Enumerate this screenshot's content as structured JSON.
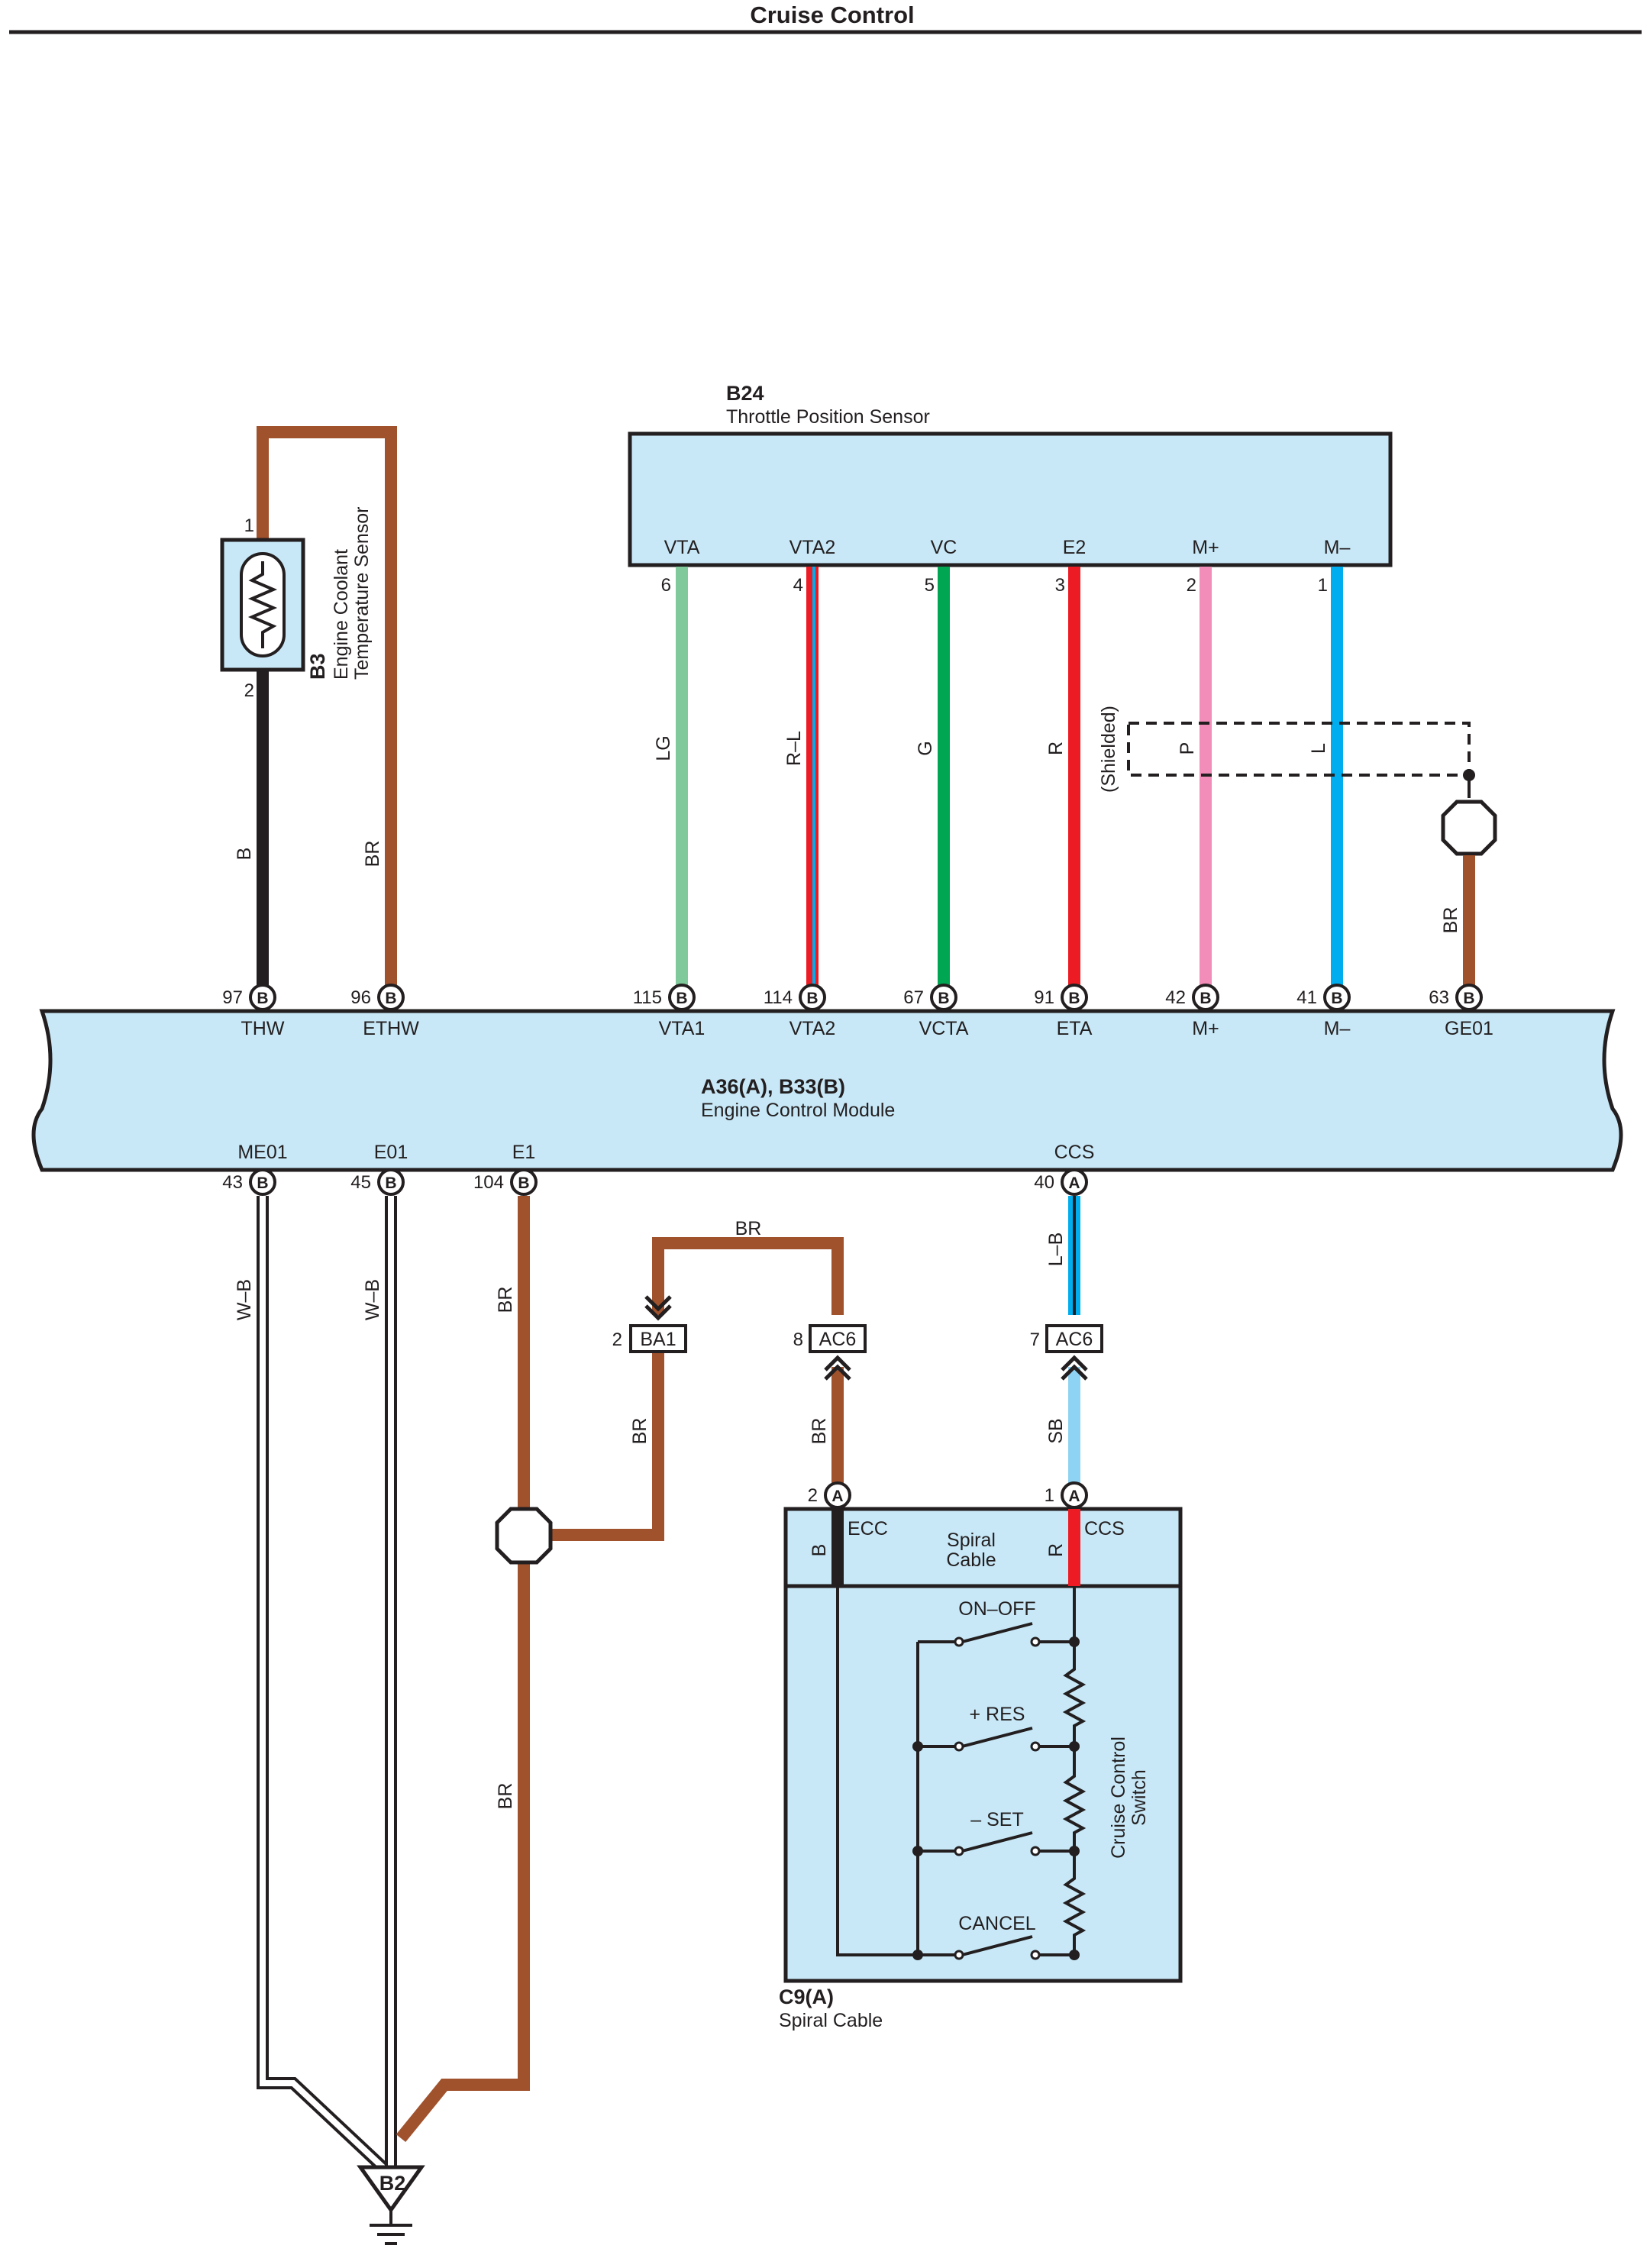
{
  "header": {
    "title": "Cruise Control"
  },
  "components": {
    "b3": {
      "code": "B3",
      "name_line1": "Engine Coolant",
      "name_line2": "Temperature Sensor",
      "pin_top": "1",
      "pin_bottom": "2"
    },
    "b24": {
      "code": "B24",
      "name": "Throttle Position Sensor",
      "terminals": [
        {
          "label": "VTA",
          "pin": "6",
          "wire": "LG",
          "color": "#7fc99b"
        },
        {
          "label": "VTA2",
          "pin": "4",
          "wire": "R–L",
          "color": "#ed1c24"
        },
        {
          "label": "VC",
          "pin": "5",
          "wire": "G",
          "color": "#00a651"
        },
        {
          "label": "E2",
          "pin": "3",
          "wire": "R",
          "color": "#ed1c24"
        },
        {
          "label": "M+",
          "pin": "2",
          "wire": "P",
          "color": "#f28cb8"
        },
        {
          "label": "M–",
          "pin": "1",
          "wire": "L",
          "color": "#00aeef"
        }
      ],
      "shielded_label": "(Shielded)"
    },
    "ecm": {
      "code": "A36(A), B33(B)",
      "name": "Engine Control Module",
      "top_pins": [
        {
          "pin": "97",
          "conn": "B",
          "label": "THW"
        },
        {
          "pin": "96",
          "conn": "B",
          "label": "ETHW"
        },
        {
          "pin": "115",
          "conn": "B",
          "label": "VTA1"
        },
        {
          "pin": "114",
          "conn": "B",
          "label": "VTA2"
        },
        {
          "pin": "67",
          "conn": "B",
          "label": "VCTA"
        },
        {
          "pin": "91",
          "conn": "B",
          "label": "ETA"
        },
        {
          "pin": "42",
          "conn": "B",
          "label": "M+"
        },
        {
          "pin": "41",
          "conn": "B",
          "label": "M–"
        },
        {
          "pin": "63",
          "conn": "B",
          "label": "GE01"
        }
      ],
      "bottom_pins": [
        {
          "pin": "43",
          "conn": "B",
          "label": "ME01"
        },
        {
          "pin": "45",
          "conn": "B",
          "label": "E01"
        },
        {
          "pin": "104",
          "conn": "B",
          "label": "E1"
        },
        {
          "pin": "40",
          "conn": "A",
          "label": "CCS"
        }
      ]
    },
    "c9": {
      "code": "C9(A)",
      "name": "Spiral Cable",
      "ecc_label": "ECC",
      "ccs_label": "CCS",
      "spiral_line1": "Spiral",
      "spiral_line2": "Cable",
      "wire_b": "B",
      "wire_r": "R",
      "pin_ecc": "2",
      "pin_ccs": "1",
      "conn": "A",
      "switch_line1": "Cruise Control",
      "switch_line2": "Switch",
      "switches": [
        "ON–OFF",
        "+ RES",
        "– SET",
        "CANCEL"
      ]
    },
    "connectors": {
      "ba1": {
        "name": "BA1",
        "pin": "2"
      },
      "ac6_left": {
        "name": "AC6",
        "pin": "8"
      },
      "ac6_right": {
        "name": "AC6",
        "pin": "7"
      }
    },
    "ground": {
      "code": "B2"
    }
  },
  "wires": {
    "b": "B",
    "br": "BR",
    "wb": "W–B",
    "lb": "L–B",
    "sb": "SB"
  },
  "colors": {
    "brown": "#a0522d",
    "black": "#231f20",
    "module_fill": "#c8e8f7",
    "light_green": "#7fc99b",
    "red": "#ed1c24",
    "green": "#00a651",
    "pink": "#f28cb8",
    "blue": "#00aeef",
    "sky_blue": "#8fd3f4"
  }
}
